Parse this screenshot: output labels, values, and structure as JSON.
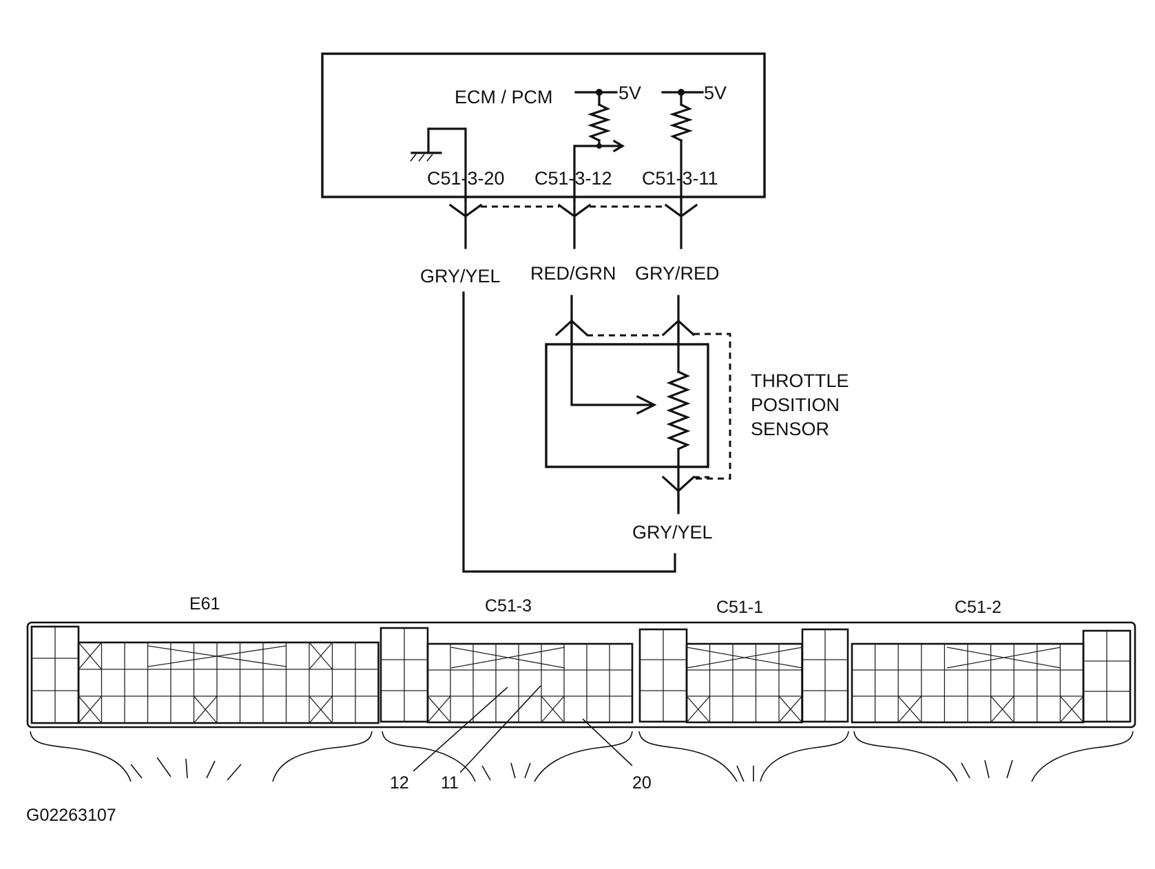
{
  "ecm": {
    "label": "ECM / PCM",
    "supply_left": "5V",
    "supply_right": "5V",
    "pins": [
      "C51-3-20",
      "C51-3-12",
      "C51-3-11"
    ]
  },
  "wires": {
    "left": "GRY/YEL",
    "middle": "RED/GRN",
    "right": "GRY/RED",
    "bottom": "GRY/YEL"
  },
  "sensor": {
    "line1": "THROTTLE",
    "line2": "POSITION",
    "line3": "SENSOR"
  },
  "connectors": {
    "names": [
      "E61",
      "C51-3",
      "C51-1",
      "C51-2"
    ],
    "callouts": [
      "12",
      "11",
      "20"
    ]
  },
  "figure_id": "G02263107",
  "icons": [
    "ground-icon",
    "resistor-icon",
    "potentiometer-icon",
    "connector-icon"
  ]
}
